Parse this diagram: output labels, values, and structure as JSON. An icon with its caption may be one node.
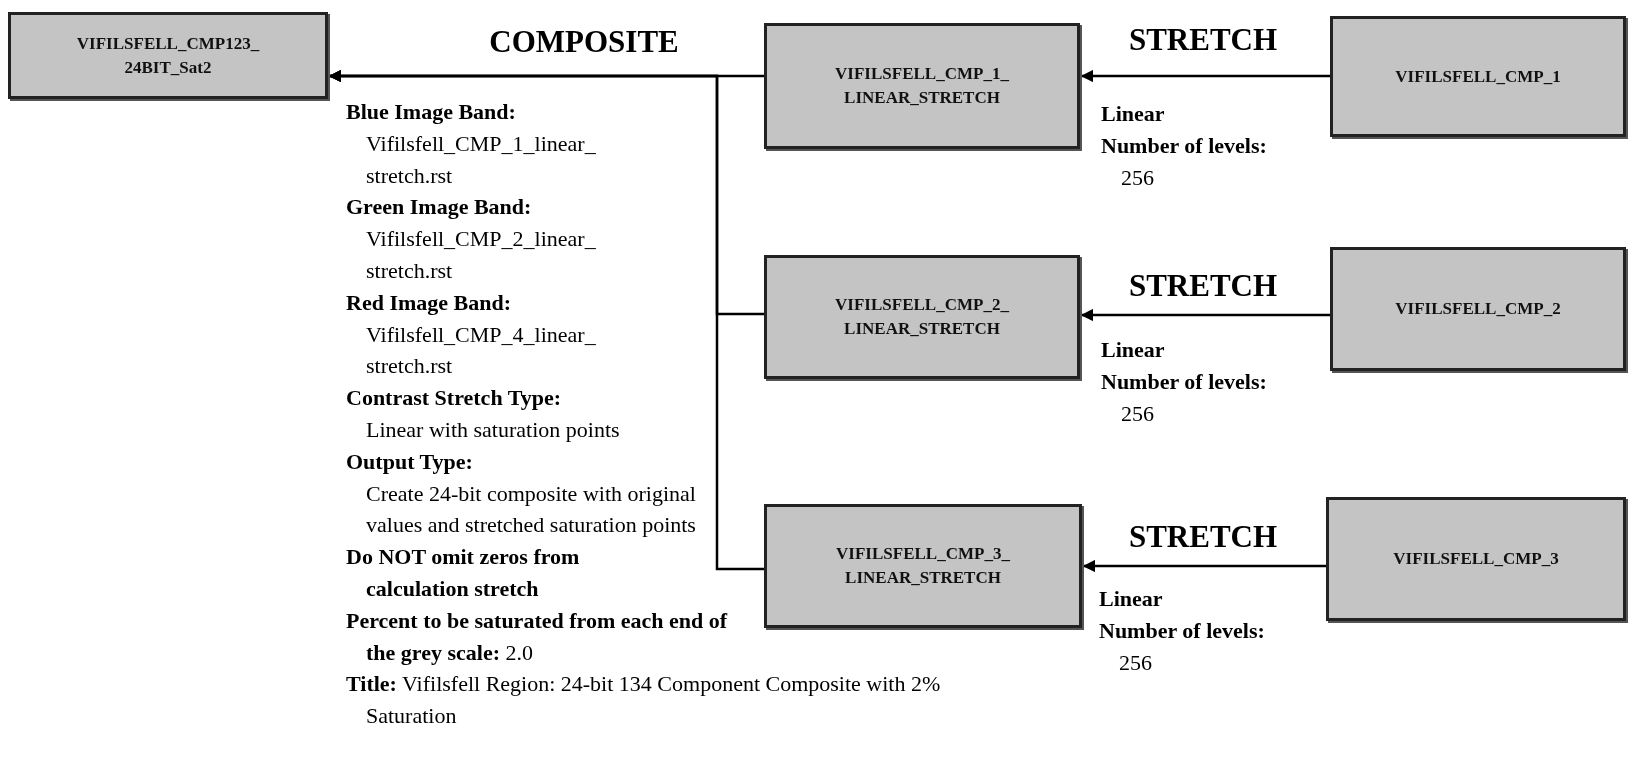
{
  "diagram": {
    "nodes": [
      {
        "text": [
          "VIFILSFELL_CMP123_ 24BIT_Sat2"
        ]
      },
      {
        "text": [
          "VIFILSFELL_CMP_1_ LINEAR_STRETCH"
        ]
      },
      {
        "text": [
          "VIFILSFELL_CMP_1"
        ]
      },
      {
        "text": [
          "VIFILSFELL_CMP_2_ LINEAR_STRETCH"
        ]
      },
      {
        "text": [
          "VIFILSFELL_CMP_2"
        ]
      },
      {
        "text": [
          "VIFILSFELL_CMP_3_ LINEAR_STRETCH"
        ]
      },
      {
        "text": [
          "VIFILSFELL_CMP_3"
        ]
      }
    ],
    "edges": [
      {
        "from": 1,
        "to": 0,
        "arrow": "to",
        "label": "COMPOSITE"
      },
      {
        "from": 3,
        "to": 0,
        "arrow": "to"
      },
      {
        "from": 5,
        "to": 0,
        "arrow": "to"
      },
      {
        "from": 2,
        "to": 1,
        "arrow": "to",
        "label": "STRETCH"
      },
      {
        "from": 4,
        "to": 3,
        "arrow": "to",
        "label": "STRETCH"
      },
      {
        "from": 6,
        "to": 5,
        "arrow": "to",
        "label": "STRETCH"
      }
    ],
    "labels": [
      "Blue Image Band:",
      "Vifilsfell_CMP_1_linear_ stretch.rst",
      "Green Image Band:",
      "Vifilsfell_CMP_2_linear_ stretch.rst",
      "Red Image Band:",
      "Vifilsfell_CMP_4_linear_ stretch.rst",
      "Contrast Stretch Type:",
      "Linear with saturation points",
      "Output Type:",
      "Create 24-bit composite with original values and stretched saturation points",
      "Do NOT omit zeros from calculation stretch",
      "**Percent to be saturated from each end of the grey scale:** 2.0",
      "**Title:** Vifilsfell Region: 24-bit 134 Component Composite with 2% Saturation",
      "Linear",
      "Number of levels:",
      "256",
      "Linear",
      "Number of levels:",
      "256",
      "Linear",
      "Number of levels:",
      "256"
    ]
  }
}
